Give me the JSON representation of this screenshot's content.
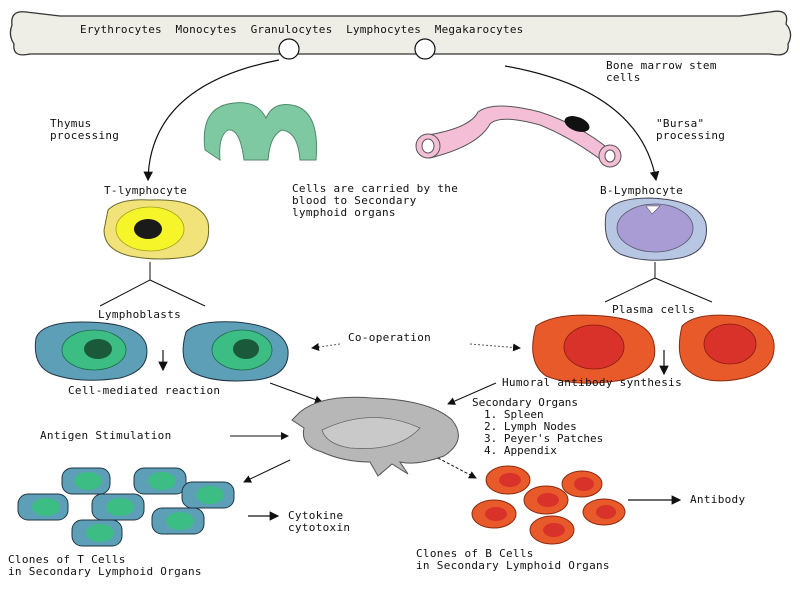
{
  "bone": {
    "cell_types": "Erythrocytes  Monocytes  Granulocytes  Lymphocytes  Megakarocytes",
    "stem_label": "Bone marrow stem\ncells"
  },
  "thymus": {
    "label": "Thymus\nprocessing"
  },
  "bursa": {
    "label": "\"Bursa\"\nprocessing"
  },
  "t_lymphocyte": {
    "label": "T-lymphocyte"
  },
  "b_lymphocyte": {
    "label": "B-Lymphocyte"
  },
  "carried_note": "Cells are carried by the\nblood to Secondary\nlymphoid organs",
  "lymphoblasts": {
    "label": "Lymphoblasts"
  },
  "plasma_cells": {
    "label": "Plasma cells"
  },
  "cooperation": {
    "label": "Co-operation"
  },
  "cell_mediated": {
    "label": "Cell-mediated reaction"
  },
  "humoral": {
    "label": "Humoral antibody synthesis"
  },
  "antigen": {
    "label": "Antigen Stimulation"
  },
  "secondary_organs": {
    "title": "Secondary Organs",
    "items": [
      "1. Spleen",
      "2. Lymph Nodes",
      "3. Peyer's Patches",
      "4. Appendix"
    ]
  },
  "cytokine": {
    "label": "Cytokine\ncytotoxin"
  },
  "antibody": {
    "label": "Antibody"
  },
  "t_clones": {
    "label": "Clones of T Cells\nin Secondary Lymphoid Organs"
  },
  "b_clones": {
    "label": "Clones of B Cells\nin Secondary Lymphoid Organs"
  },
  "colors": {
    "bone": "#eeeee6",
    "thymus": "#7fc9a2",
    "bursa": "#f4bfd6",
    "t_cell_outer": "#f1e27a",
    "t_cell_inner": "#f5f52a",
    "b_cell_outer": "#b6c6e3",
    "b_cell_inner": "#a99cd4",
    "lymphoblast_outer": "#5d9fb7",
    "lymphoblast_inner": "#3cbd84",
    "plasma_outer": "#e95a2a",
    "plasma_inner": "#d8322a",
    "organ": "#b7b7b7"
  }
}
